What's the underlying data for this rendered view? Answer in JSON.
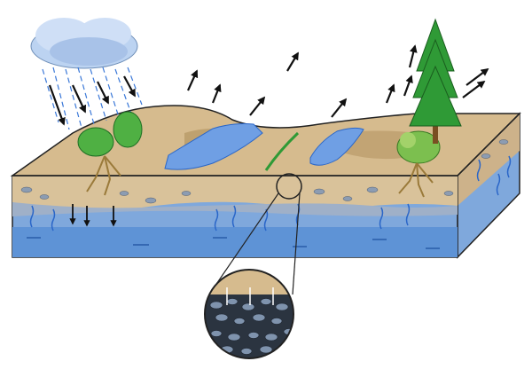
{
  "diagram": {
    "colors": {
      "cloud": "#b9d2f2",
      "rain": "#3a78d8",
      "sky_ground_surface": "#d2b48c",
      "soil_light": "#e6d0a8",
      "soil_dark": "#c7a674",
      "pebble": "#8c9cb2",
      "groundwater": "#7fa8dc",
      "groundwater_deep": "#5a8fd2",
      "water_lines": "#2a66c8",
      "lake": "#6f9fe4",
      "tree": "#2f9a36",
      "bush": "#58b84a",
      "root": "#9a7a3a",
      "arrow": "#111111",
      "edge": "#222222"
    },
    "elements": {
      "cloud": "rain-cloud",
      "precipitation": "rain-streaks",
      "evaporation": "up-arrows",
      "infiltration": "down-arrows",
      "vegetation": [
        "bush",
        "bush",
        "tree",
        "bush"
      ],
      "surface_water": [
        "lake",
        "lake"
      ],
      "subsurface": [
        "unsaturated-soil",
        "pebble-layer",
        "saturated-zone"
      ],
      "detail": "magnified-pore-view"
    }
  }
}
